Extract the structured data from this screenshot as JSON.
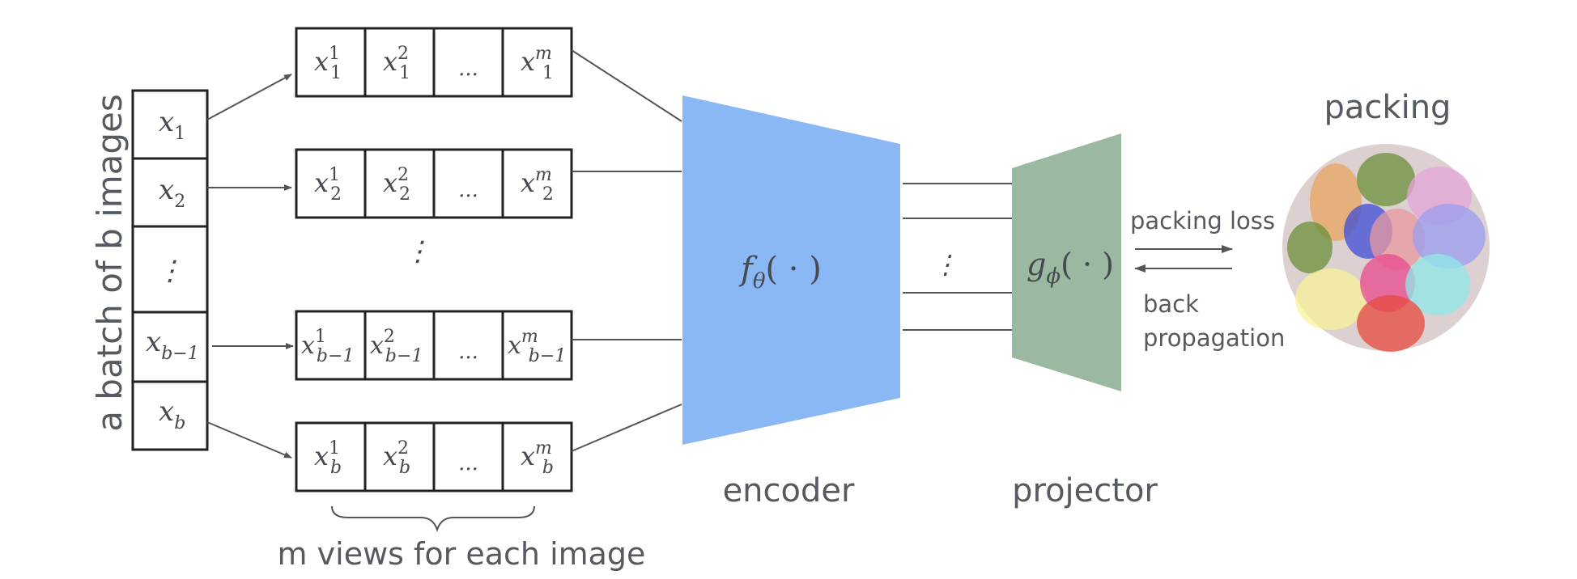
{
  "batch": {
    "label": "a batch of b images",
    "items": [
      {
        "base": "x",
        "sub": "1"
      },
      {
        "base": "x",
        "sub": "2"
      },
      {
        "base": "⋮",
        "sub": ""
      },
      {
        "base": "x",
        "sub": "b−1"
      },
      {
        "base": "x",
        "sub": "b"
      }
    ]
  },
  "views": {
    "rows": [
      {
        "sub": "1",
        "sups": [
          "1",
          "2",
          "",
          "m"
        ]
      },
      {
        "sub": "2",
        "sups": [
          "1",
          "2",
          "",
          "m"
        ]
      },
      {
        "sub": "b−1",
        "sups": [
          "1",
          "2",
          "",
          "m"
        ]
      },
      {
        "sub": "b",
        "sups": [
          "1",
          "2",
          "",
          "m"
        ]
      }
    ],
    "ellipsis": "...",
    "vdots": "⋮",
    "brace_label": "m views for each image"
  },
  "encoder": {
    "func": "f",
    "func_sub": "θ",
    "func_args": "( · )",
    "label": "encoder",
    "color": "#8ab8f5"
  },
  "projector": {
    "func": "g",
    "func_sub": "ϕ",
    "func_args": "( · )",
    "label": "projector",
    "color": "#9bb8a0",
    "vdots": "⋮"
  },
  "loss": {
    "forward_label": "packing loss",
    "back_label_1": "back",
    "back_label_2": "propagation"
  },
  "packing": {
    "title": "packing",
    "background": "#dcd0d0",
    "blob_colors": [
      "#e9a560",
      "#6b8f3a",
      "#e4a4d8",
      "#7e6d88",
      "#3f4ed8",
      "#e89aa0",
      "#9a9ef0",
      "#6b8f3a",
      "#f7f29a",
      "#e84a8f",
      "#8fe8e8",
      "#e64a3c"
    ]
  }
}
